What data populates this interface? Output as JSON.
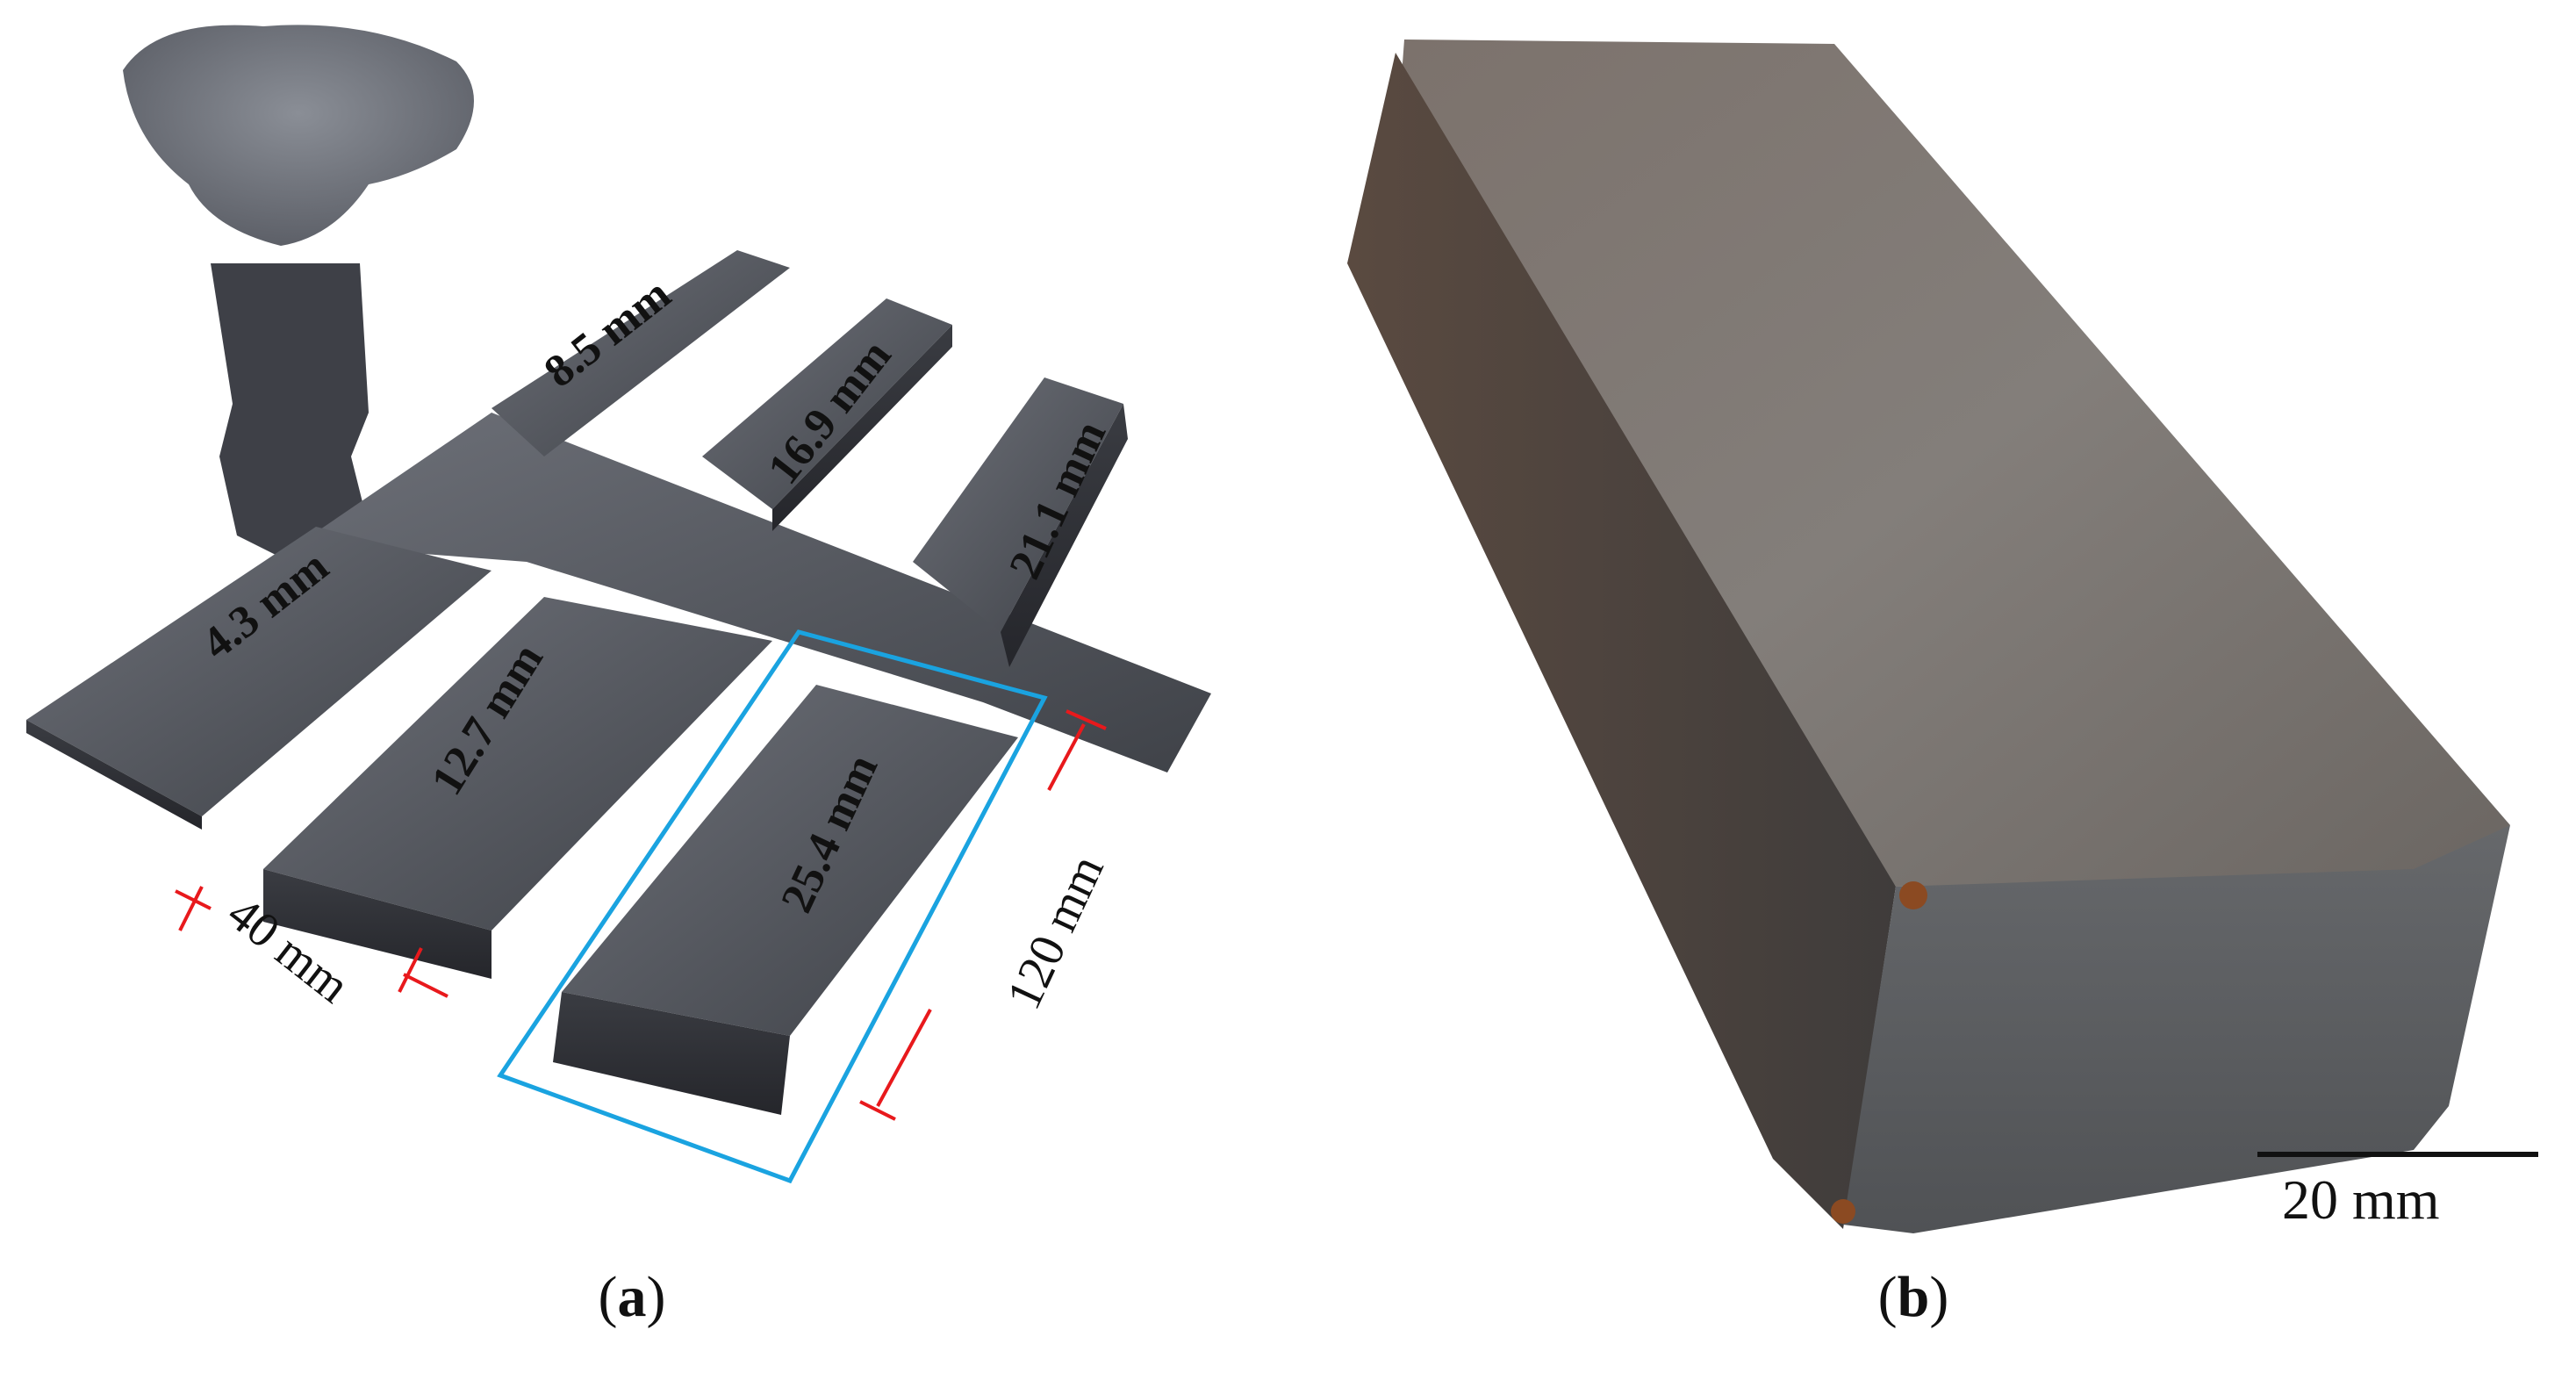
{
  "figure": {
    "panels": [
      {
        "id": "a",
        "caption": "a",
        "description": "Cast step-plate specimen with sprue and five plates of different thickness",
        "plate_labels": [
          "4.3 mm",
          "8.5 mm",
          "12.7 mm",
          "16.9 mm",
          "21.1 mm",
          "25.4 mm"
        ],
        "dimensions": {
          "width": "40 mm",
          "length": "120 mm"
        },
        "highlight_color": "#1aa3e0",
        "dimension_color": "#e8191c"
      },
      {
        "id": "b",
        "caption": "b",
        "description": "Cut rectangular bar specimen",
        "scale_bar": "20 mm"
      }
    ]
  }
}
